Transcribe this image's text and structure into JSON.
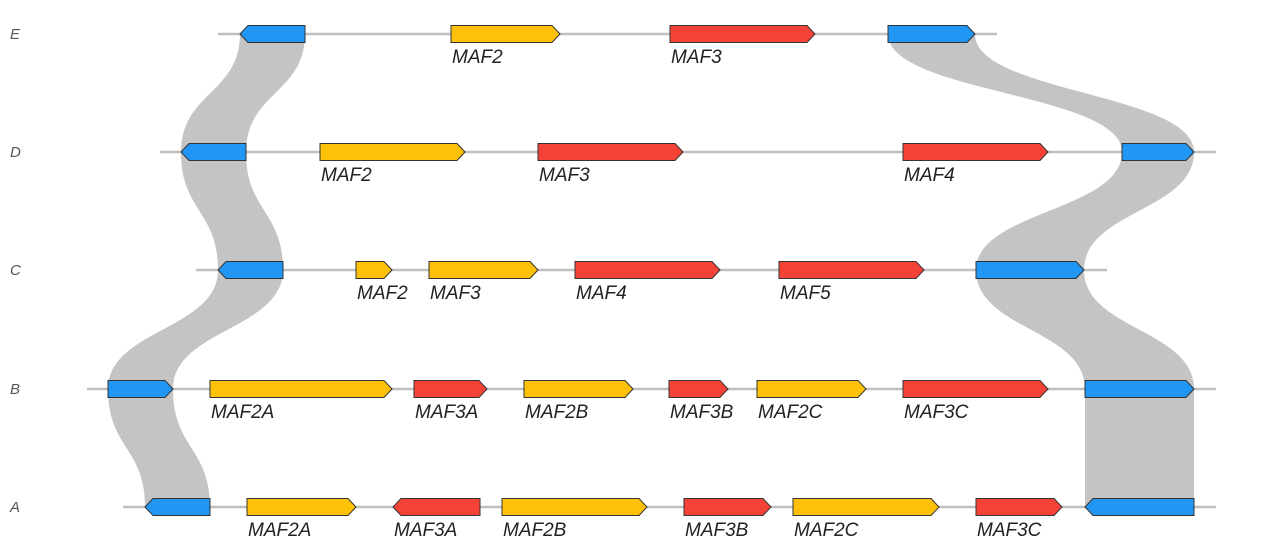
{
  "colors": {
    "flank": "#2196f3",
    "maf2": "#ffc107",
    "maf3": "#f44336",
    "track": "#c0c0c0",
    "ribbon": "#c4c4c4"
  },
  "rows": [
    {
      "id": "E",
      "label": "E",
      "genes": [
        {
          "name": "",
          "kind": "flank"
        },
        {
          "name": "MAF2",
          "kind": "maf2"
        },
        {
          "name": "MAF3",
          "kind": "maf3"
        },
        {
          "name": "",
          "kind": "flank"
        }
      ]
    },
    {
      "id": "D",
      "label": "D",
      "genes": [
        {
          "name": "",
          "kind": "flank"
        },
        {
          "name": "MAF2",
          "kind": "maf2"
        },
        {
          "name": "MAF3",
          "kind": "maf3"
        },
        {
          "name": "MAF4",
          "kind": "maf3"
        },
        {
          "name": "",
          "kind": "flank"
        }
      ]
    },
    {
      "id": "C",
      "label": "C",
      "genes": [
        {
          "name": "",
          "kind": "flank"
        },
        {
          "name": "MAF2",
          "kind": "maf2"
        },
        {
          "name": "MAF3",
          "kind": "maf2"
        },
        {
          "name": "MAF4",
          "kind": "maf3"
        },
        {
          "name": "MAF5",
          "kind": "maf3"
        },
        {
          "name": "",
          "kind": "flank"
        }
      ]
    },
    {
      "id": "B",
      "label": "B",
      "genes": [
        {
          "name": "",
          "kind": "flank"
        },
        {
          "name": "MAF2A",
          "kind": "maf2"
        },
        {
          "name": "MAF3A",
          "kind": "maf3"
        },
        {
          "name": "MAF2B",
          "kind": "maf2"
        },
        {
          "name": "MAF3B",
          "kind": "maf3"
        },
        {
          "name": "MAF2C",
          "kind": "maf2"
        },
        {
          "name": "MAF3C",
          "kind": "maf3"
        },
        {
          "name": "",
          "kind": "flank"
        }
      ]
    },
    {
      "id": "A",
      "label": "A",
      "genes": [
        {
          "name": "",
          "kind": "flank"
        },
        {
          "name": "MAF2A",
          "kind": "maf2"
        },
        {
          "name": "MAF3A",
          "kind": "maf3"
        },
        {
          "name": "MAF2B",
          "kind": "maf2"
        },
        {
          "name": "MAF3B",
          "kind": "maf3"
        },
        {
          "name": "MAF2C",
          "kind": "maf2"
        },
        {
          "name": "MAF3C",
          "kind": "maf3"
        },
        {
          "name": "",
          "kind": "flank"
        }
      ]
    }
  ]
}
